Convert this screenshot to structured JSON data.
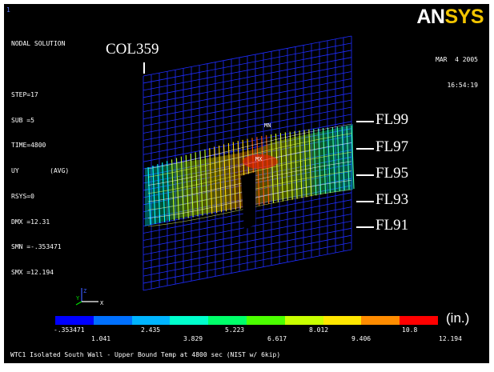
{
  "window_number": "1",
  "logo": {
    "an": "AN",
    "sys": "SYS"
  },
  "info_lines": [
    "NODAL SOLUTION",
    "",
    "STEP=17",
    "SUB =5",
    "TIME=4800",
    "UY        (AVG)",
    "RSYS=0",
    "DMX =12.31",
    "SMN =-.353471",
    "SMX =12.194"
  ],
  "date": "MAR  4 2005",
  "time": "16:54:19",
  "column_label": "COL359",
  "floor_labels": [
    "FL99",
    "FL97",
    "FL95",
    "FL93",
    "FL91"
  ],
  "min_marker": "MN",
  "max_marker": "MX",
  "legend": {
    "units": "(in.)",
    "colors": [
      "#0000ff",
      "#0070ff",
      "#00b4ff",
      "#00ffcc",
      "#00ff6a",
      "#4cff00",
      "#c8ff00",
      "#ffe600",
      "#ff8c00",
      "#ff0000"
    ],
    "top_ticks": [
      "-.353471",
      "2.435",
      "5.223",
      "8.012",
      "10.8"
    ],
    "bottom_ticks": [
      "1.041",
      "3.829",
      "6.617",
      "9.406",
      "12.194"
    ]
  },
  "caption": "WTC1 Isolated South Wall - Upper Bound Temp at 4800 sec (NIST w/ 6kip)",
  "triad": {
    "z": "Z",
    "y": "Y",
    "x": "X"
  }
}
